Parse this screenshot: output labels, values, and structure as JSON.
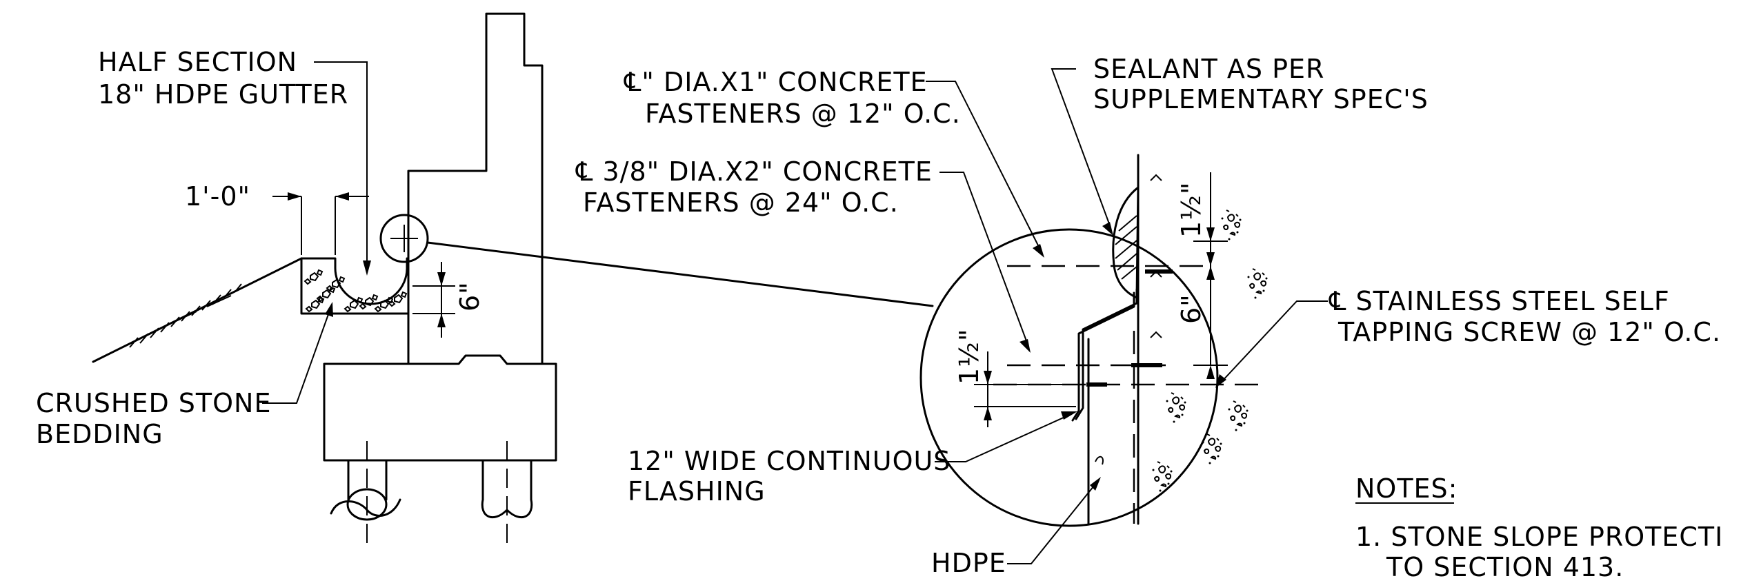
{
  "labels": {
    "gutter_line1": "HALF SECTION",
    "gutter_line2": "18\" HDPE GUTTER",
    "width_dim": "1'-0\"",
    "depth_dim": "6\"",
    "bedding_line1": "CRUSHED STONE",
    "bedding_line2": "BEDDING",
    "fastener1_line1": "℄\" DIA.X1\" CONCRETE",
    "fastener1_line2": "FASTENERS @ 12\" O.C.",
    "fastener2_line1": "℄ 3/8\" DIA.X2\" CONCRETE",
    "fastener2_line2": "FASTENERS @ 24\" O.C.",
    "sealant_line1": "SEALANT AS PER",
    "sealant_line2": "SUPPLEMENTARY SPEC'S",
    "screw_line1": "℄ STAINLESS STEEL SELF",
    "screw_line2": "TAPPING SCREW @ 12\" O.C.",
    "detail_dim_top": "1½\"",
    "detail_dim_mid": "6\"",
    "detail_dim_left": "1½\"",
    "flashing_line1": "12\" WIDE CONTINUOUS",
    "flashing_line2": "FLASHING",
    "hdpe": "HDPE"
  },
  "notes": {
    "heading": "NOTES:",
    "item1_line1": "1. STONE SLOPE PROTECTI",
    "item1_line2": "TO SECTION 413."
  },
  "colors": {
    "ink": "#000000",
    "paper": "#ffffff"
  }
}
